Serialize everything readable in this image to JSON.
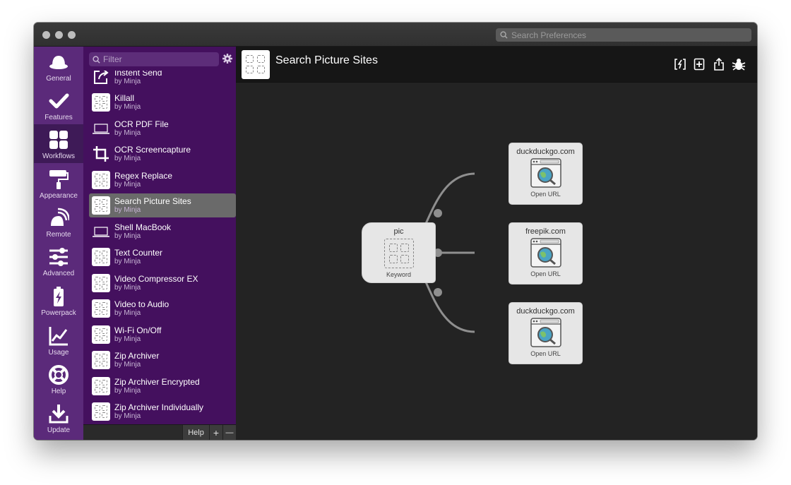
{
  "titlebar": {
    "search_placeholder": "Search Preferences"
  },
  "nav": [
    {
      "label": "General",
      "icon": "hat-icon"
    },
    {
      "label": "Features",
      "icon": "checkmark-icon"
    },
    {
      "label": "Workflows",
      "icon": "grid-icon"
    },
    {
      "label": "Appearance",
      "icon": "paint-roller-icon"
    },
    {
      "label": "Remote",
      "icon": "remote-icon"
    },
    {
      "label": "Advanced",
      "icon": "sliders-icon"
    },
    {
      "label": "Powerpack",
      "icon": "battery-bolt-icon"
    },
    {
      "label": "Usage",
      "icon": "chart-icon"
    },
    {
      "label": "Help",
      "icon": "lifebuoy-icon"
    },
    {
      "label": "Update",
      "icon": "download-icon"
    }
  ],
  "list": {
    "filter_placeholder": "Filter",
    "items": [
      {
        "name": "Instent Send",
        "by": "by Minja",
        "icon": "share-icon"
      },
      {
        "name": "Killall",
        "by": "by Minja",
        "icon": "grid-placeholder-icon"
      },
      {
        "name": "OCR PDF File",
        "by": "by Minja",
        "icon": "laptop-icon"
      },
      {
        "name": "OCR Screencapture",
        "by": "by Minja",
        "icon": "crop-icon"
      },
      {
        "name": "Regex Replace",
        "by": "by Minja",
        "icon": "grid-placeholder-icon"
      },
      {
        "name": "Search Picture Sites",
        "by": "by Minja",
        "icon": "grid-placeholder-icon"
      },
      {
        "name": "Shell MacBook",
        "by": "by Minja",
        "icon": "laptop-icon"
      },
      {
        "name": "Text Counter",
        "by": "by Minja",
        "icon": "grid-placeholder-icon"
      },
      {
        "name": "Video Compressor EX",
        "by": "by Minja",
        "icon": "grid-placeholder-icon"
      },
      {
        "name": "Video to Audio",
        "by": "by Minja",
        "icon": "grid-placeholder-icon"
      },
      {
        "name": "Wi-Fi On/Off",
        "by": "by Minja",
        "icon": "grid-placeholder-icon"
      },
      {
        "name": "Zip Archiver",
        "by": "by Minja",
        "icon": "grid-placeholder-icon"
      },
      {
        "name": "Zip Archiver Encrypted",
        "by": "by Minja",
        "icon": "grid-placeholder-icon"
      },
      {
        "name": "Zip Archiver Individually",
        "by": "by Minja",
        "icon": "grid-placeholder-icon"
      }
    ],
    "selected": "Search Picture Sites",
    "footer": {
      "help": "Help",
      "add": "+",
      "remove": "—"
    }
  },
  "main": {
    "title": "Search Picture Sites",
    "toolbar_icons": [
      "variables-icon",
      "add-object-icon",
      "share-icon",
      "debug-icon"
    ],
    "keyword_node": {
      "title": "pic",
      "sub": "Keyword"
    },
    "url_nodes": [
      {
        "title": "duckduckgo.com",
        "sub": "Open URL"
      },
      {
        "title": "freepik.com",
        "sub": "Open URL"
      },
      {
        "title": "duckduckgo.com",
        "sub": "Open URL"
      }
    ]
  },
  "colors": {
    "nav_bg": "#5b2a7a",
    "list_bg": "#44105e",
    "canvas_bg": "#232323",
    "selection": "#6a6a6a"
  }
}
